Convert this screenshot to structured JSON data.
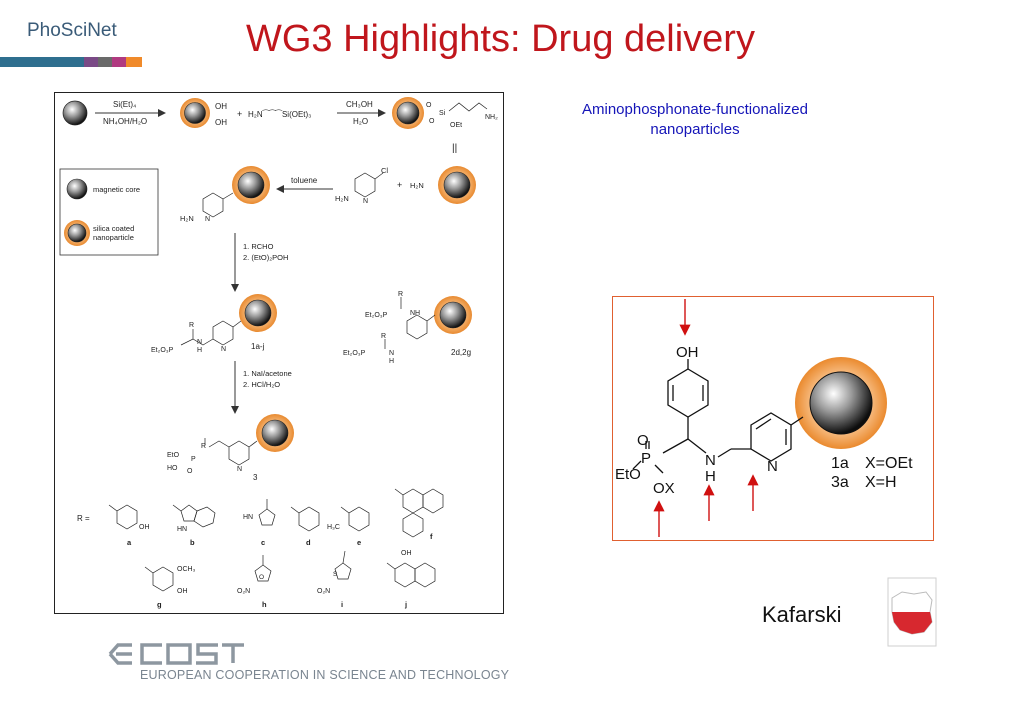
{
  "brand": "PhoSciNet",
  "title": "WG3 Highlights: Drug delivery",
  "caption_line1": "Aminophosphonate-functionalized",
  "caption_line2": "nanoparticles",
  "author": "Kafarski",
  "footer_org": "EUROPEAN COOPERATION IN SCIENCE AND TECHNOLOGY",
  "colors": {
    "title": "#c0161c",
    "caption": "#1515b8",
    "brand": "#3a5b78",
    "particle_shell": "#f0a050",
    "zoom_border": "#e06030",
    "arrow": "#d01010"
  },
  "scheme": {
    "reagent_1": "Si(Et)₄",
    "reagent_1b": "NH₄OH/H₂O",
    "oh": "OH",
    "plus": "+",
    "aminosilane": "H₂N⁀⁀⁀Si(OEt)₃",
    "solvent_1": "CH₃OH",
    "solvent_1b": "H₂O",
    "si_label": "Si",
    "o_label": "O",
    "oet": "OEt",
    "nh2": "NH₂",
    "equals": "||",
    "toluene": "toluene",
    "h2n": "H₂N",
    "n": "N",
    "cl": "Cl",
    "legend_core": "magnetic core",
    "legend_shell_1": "silica coated",
    "legend_shell_2": "nanoparticle",
    "step2_1": "1. RCHO",
    "step2_2": "2. (EtO)₂POH",
    "eto2p": "Et₂O₃P",
    "r": "R",
    "h": "H",
    "nh": "NH",
    "label_1aj": "1a-j",
    "label_2d2g": "2d,2g",
    "step3_1": "1. NaI/acetone",
    "step3_2": "2. HCl/H₂O",
    "eto": "EtO",
    "ho": "HO",
    "p": "P",
    "label_3": "3",
    "r_eq": "R =",
    "letters": [
      "a",
      "b",
      "c",
      "d",
      "e",
      "f",
      "g",
      "h",
      "i",
      "j"
    ],
    "och3": "OCH₃",
    "hn": "HN",
    "h3c": "H₃C",
    "o2n": "O₂N",
    "s": "S"
  },
  "zoom": {
    "oh": "OH",
    "o": "O",
    "p": "P",
    "eto": "EtO",
    "ox": "OX",
    "n": "N",
    "h": "H",
    "cmp_1a": "1a",
    "cmp_1a_x": "X=OEt",
    "cmp_3a": "3a",
    "cmp_3a_x": "X=H"
  }
}
